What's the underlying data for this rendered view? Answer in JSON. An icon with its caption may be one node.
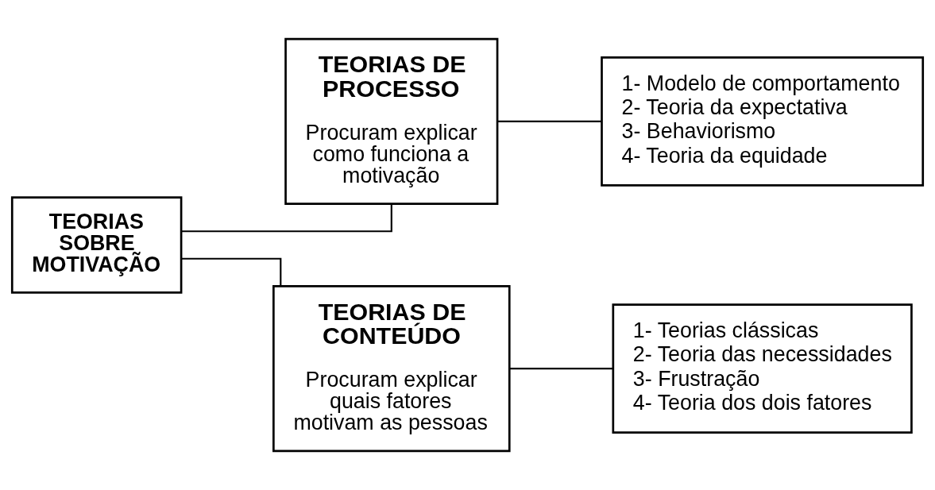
{
  "diagram": {
    "nodes": [
      {
        "text": [
          "TEORIAS SOBRE MOTIVAÇÃO"
        ]
      },
      {
        "text": [
          "TEORIAS DE PROCESSO",
          "Procuram explicar como funciona a motivação"
        ]
      },
      {
        "text": [
          "1- Modelo de comportamento",
          "2- Teoria da expectativa",
          "3- Behaviorismo",
          "4- Teoria da equidade"
        ]
      },
      {
        "text": [
          "TEORIAS DE CONTEÚDO",
          "Procuram explicar quais fatores motivam as pessoas"
        ]
      },
      {
        "text": [
          "1- Teorias clássicas",
          "2- Teoria das necessidades",
          "3- Frustração",
          "4- Teoria dos dois fatores"
        ]
      }
    ],
    "edges": [
      {
        "from": 0,
        "to": 1,
        "arrow": "none"
      },
      {
        "from": 0,
        "to": 3,
        "arrow": "none"
      },
      {
        "from": 1,
        "to": 2,
        "arrow": "none"
      },
      {
        "from": 3,
        "to": 4,
        "arrow": "none"
      }
    ]
  }
}
